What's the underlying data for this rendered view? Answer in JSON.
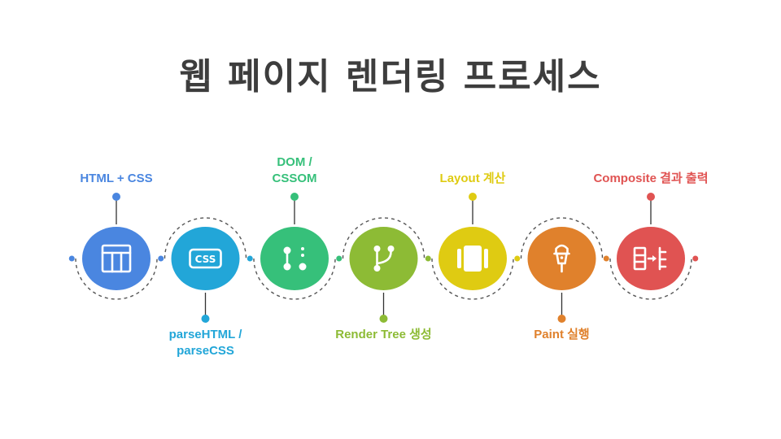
{
  "title": "웹 페이지 렌더링 프로세스",
  "steps": [
    {
      "label_lines": [
        "HTML + CSS"
      ],
      "icon": "table-layout-icon",
      "color": "#4a86e0",
      "label_side": "top"
    },
    {
      "label_lines": [
        "parseHTML /",
        "parseCSS"
      ],
      "icon": "css-badge-icon",
      "color": "#22a6d8",
      "label_side": "bottom"
    },
    {
      "label_lines": [
        "DOM /",
        "CSSOM"
      ],
      "icon": "tree-nodes-icon",
      "color": "#36c07a",
      "label_side": "top"
    },
    {
      "label_lines": [
        "Render Tree 생성"
      ],
      "icon": "branch-icon",
      "color": "#8dbb35",
      "label_side": "bottom"
    },
    {
      "label_lines": [
        "Layout 계산"
      ],
      "icon": "columns-layout-icon",
      "color": "#dfcb12",
      "label_side": "top"
    },
    {
      "label_lines": [
        "Paint 실행"
      ],
      "icon": "paint-brush-icon",
      "color": "#e0812c",
      "label_side": "bottom"
    },
    {
      "label_lines": [
        "Composite 결과 출력"
      ],
      "icon": "composite-layers-icon",
      "color": "#e05352",
      "label_side": "top"
    }
  ]
}
